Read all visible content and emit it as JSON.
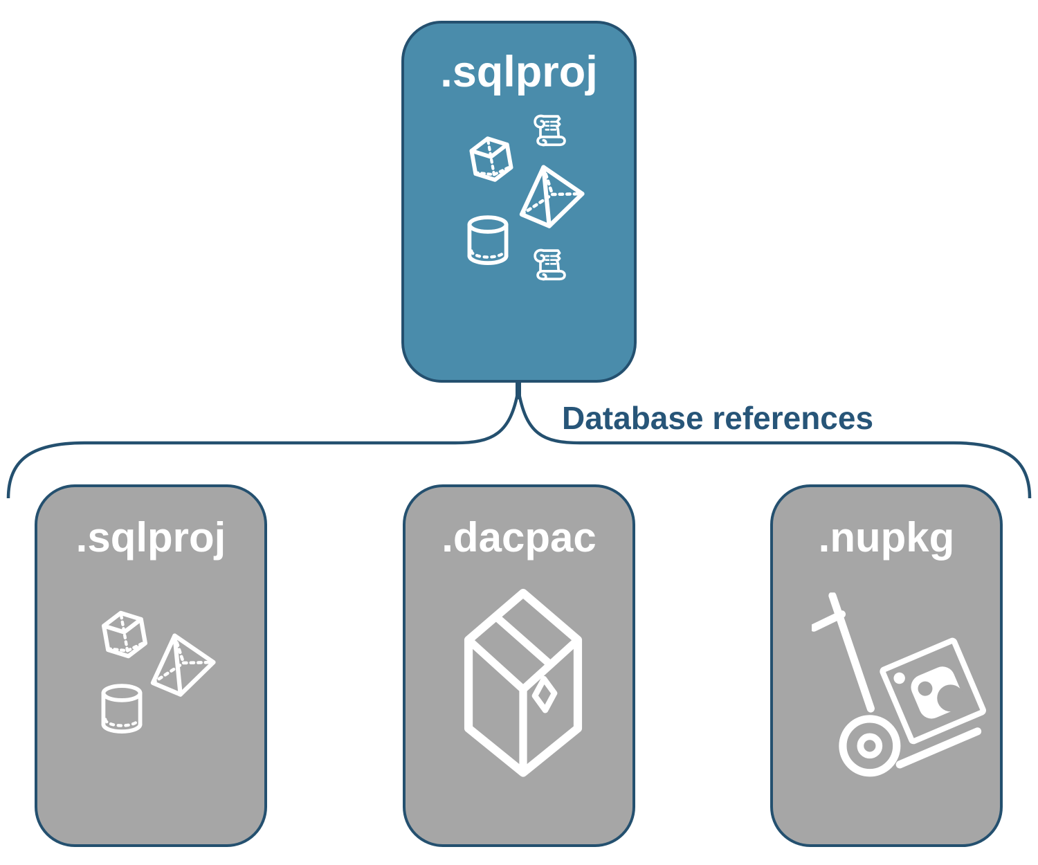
{
  "diagram": {
    "root_node": {
      "label": ".sqlproj",
      "icons": [
        "cube-icon",
        "scroll-icon",
        "pyramid-icon",
        "cylinder-icon",
        "scroll-icon"
      ]
    },
    "connector_label": "Database references",
    "child_nodes": [
      {
        "label": ".sqlproj",
        "icons": [
          "cube-icon",
          "pyramid-icon",
          "cylinder-icon"
        ]
      },
      {
        "label": ".dacpac",
        "icons": [
          "package-box-icon"
        ]
      },
      {
        "label": ".nupkg",
        "icons": [
          "nuget-hand-truck-icon"
        ]
      }
    ]
  },
  "colors": {
    "root_fill": "#4A8CAB",
    "child_fill": "#A6A6A6",
    "outline_navy": "#24506F",
    "node_label_text": "#FFFFFF",
    "connector_label_text": "#275578",
    "icon_stroke": "#FFFFFF",
    "background": "#FFFFFF"
  }
}
